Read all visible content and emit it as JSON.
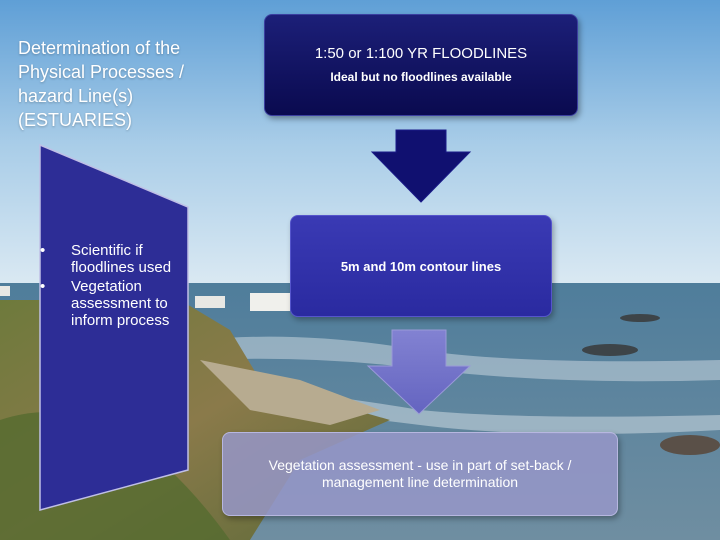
{
  "title": {
    "line1": "Determination of the",
    "line2": "Physical Processes /",
    "line3": "hazard Line(s)",
    "line4": "(ESTUARIES)"
  },
  "bullets": [
    {
      "marker": "•",
      "text": "Scientific if floodlines used"
    },
    {
      "marker": "•",
      "text": "Vegetation assessment to inform process"
    }
  ],
  "box1": {
    "main": "1:50 or 1:100 YR FLOODLINES",
    "sub": "Ideal but no floodlines available"
  },
  "box2": {
    "main": "5m and 10m contour lines"
  },
  "box3": {
    "main": "Vegetation assessment - use in part of set-back / management line determination"
  },
  "colors": {
    "dark_navy": "#0a0a4f",
    "arrow1": "#101070",
    "box2": "#3030aa",
    "arrow2": "#7a7ad0",
    "box3": "#9696c8",
    "side_panel": "#2d2d96"
  }
}
